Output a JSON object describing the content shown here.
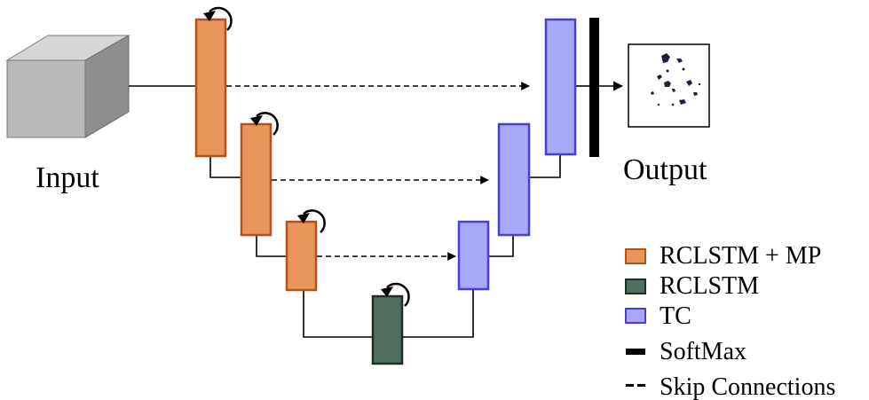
{
  "labels": {
    "input": "Input",
    "output": "Output"
  },
  "legend": {
    "items": [
      {
        "key": "rclstm_mp",
        "text": "RCLSTM + MP",
        "swatch": "box",
        "fill": "#E8955E",
        "stroke": "#B5511A"
      },
      {
        "key": "rclstm",
        "text": "RCLSTM",
        "swatch": "box",
        "fill": "#4E6E5E",
        "stroke": "#1E2E25"
      },
      {
        "key": "tc",
        "text": "TC",
        "swatch": "box",
        "fill": "#A8A8FA",
        "stroke": "#4A3FD0"
      },
      {
        "key": "softmax",
        "text": "SoftMax",
        "swatch": "bar",
        "fill": "#000000"
      },
      {
        "key": "skip",
        "text": "Skip Connections",
        "swatch": "dash",
        "fill": "#000000"
      }
    ]
  },
  "colors": {
    "rclstm_mp_fill": "#E8955E",
    "rclstm_mp_stroke": "#B5511A",
    "rclstm_fill": "#4E6E5E",
    "rclstm_stroke": "#1E2E25",
    "tc_fill": "#A8A8FA",
    "tc_stroke": "#4A3FD0",
    "softmax": "#000000",
    "input_cube_front": "#B8B8B8",
    "input_cube_top": "#D6D6D6",
    "input_cube_side": "#8E8E8E"
  },
  "icons": {
    "recurrent_loop": "circular-arrow-icon",
    "output_image": "segmentation-mask-thumbnail"
  }
}
